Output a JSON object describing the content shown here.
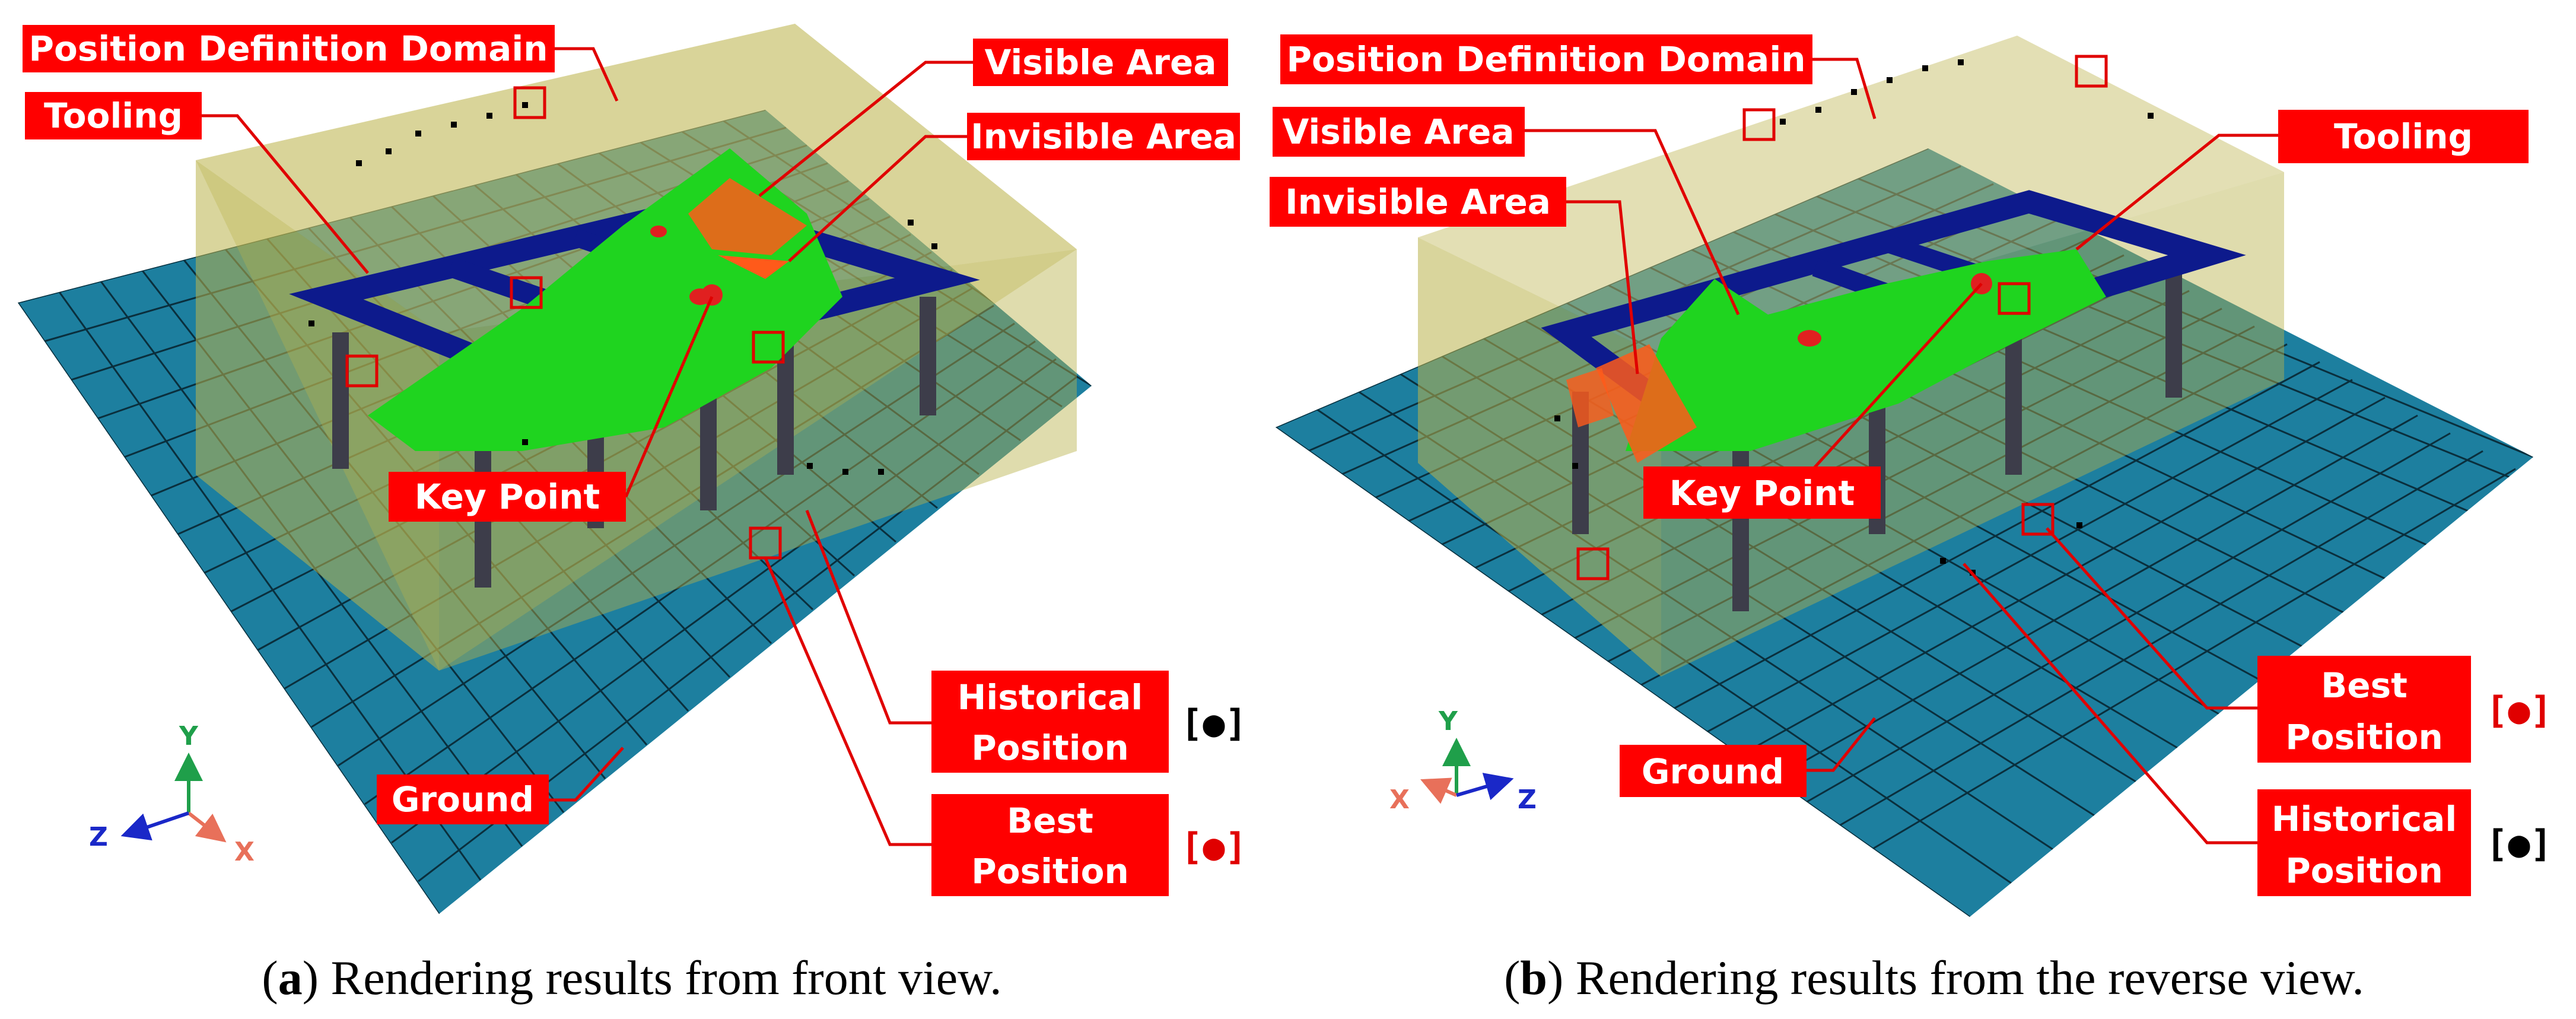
{
  "colors": {
    "label_bg": "#ff0000",
    "label_text": "#ffffff",
    "ground": "#1d7f9f",
    "grid": "#0a2f3d",
    "domain_box": "#b9b24a",
    "tooling": "#0d1a8c",
    "legs": "#3d3d4a",
    "visible_area": "#1fd41f",
    "invisible_area": "#ff5a1a",
    "axis_x": "#e8705a",
    "axis_y": "#1f9f4a",
    "axis_z": "#1a28c8"
  },
  "panel_a": {
    "caption_letter": "a",
    "caption_text": "Rendering results from front view.",
    "labels": {
      "position_domain": "Position Definition Domain",
      "tooling": "Tooling",
      "visible_area": "Visible Area",
      "invisible_area": "Invisible Area",
      "key_point": "Key Point",
      "historical_line1": "Historical",
      "historical_line2": "Position",
      "best_line1": "Best",
      "best_line2": "Position",
      "ground": "Ground"
    },
    "legend_historical": "[●]",
    "legend_best": "[●]",
    "axes": {
      "x": "X",
      "y": "Y",
      "z": "Z"
    }
  },
  "panel_b": {
    "caption_letter": "b",
    "caption_text": "Rendering results from the reverse view.",
    "labels": {
      "position_domain": "Position Definition Domain",
      "visible_area": "Visible Area",
      "invisible_area": "Invisible Area",
      "tooling": "Tooling",
      "key_point": "Key Point",
      "best_line1": "Best",
      "best_line2": "Position",
      "historical_line1": "Historical",
      "historical_line2": "Position",
      "ground": "Ground"
    },
    "legend_best": "[●]",
    "legend_historical": "[●]",
    "axes": {
      "x": "X",
      "y": "Y",
      "z": "Z"
    }
  }
}
